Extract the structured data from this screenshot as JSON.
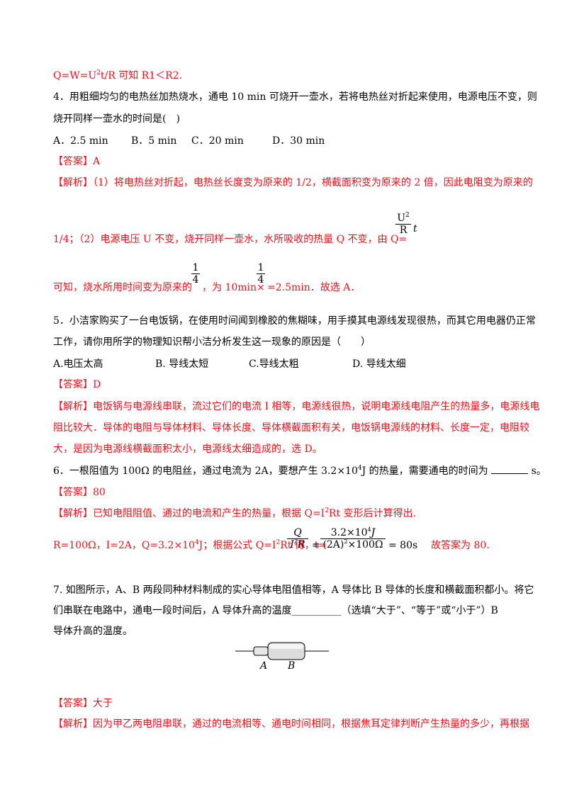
{
  "colors": {
    "answer_red": "#e8141b",
    "text_black": "#000000"
  },
  "q3_tail": {
    "text_a": "Q=W=U",
    "sup": "2",
    "text_b": "t/R 可知 R1＜R2."
  },
  "q4": {
    "stem_line1": "4．用粗细均匀的电热丝加热烧水，通电 10 min 可烧开一壶水，若将电热丝对折起来使用，电源电压不变，则",
    "stem_line2": "烧开同样一壶水的时间是(　)",
    "options": [
      "A．2.5 min",
      "B．5 min",
      "C．20 min",
      "D．30 min"
    ],
    "answer_tag": "【答案】",
    "answer": "A",
    "analysis_tag": "【解析】",
    "analysis_line1": "（1）将电热丝对折起，电热丝长度变为原来的 1/2，横截面积变为原来的 2 倍，因此电阻变为原来的",
    "analysis_line2": "1/4；（2）电源电压 U 不变，烧开同样一壶水，水所吸收的热量 Q 不变，由 Q=",
    "formula_num": "U",
    "formula_num_sup": "2",
    "formula_den": "R",
    "formula_tail": "t",
    "analysis_line3a": "可知，烧水所用时间变为原来的",
    "frac1_num": "1",
    "frac1_den": "4",
    "analysis_line3b": "，为 10min×",
    "frac2_num": "1",
    "frac2_den": "4",
    "analysis_line3c": "=2.5min．故选 A．"
  },
  "q5": {
    "stem_line1": "5．小洁家购买了一台电饭锅，在使用时间闻到橡胶的焦糊味，用手摸其电源线发现很热，而其它用电器仍正常",
    "stem_line2": "工作，请你用所学的物理知识帮小洁分析发生这一现象的原因是（　　）",
    "options": [
      "A.电压太高",
      "B. 导线太短",
      "C.导线太粗",
      "D. 导线太细"
    ],
    "answer_tag": "【答案】",
    "answer": "D",
    "analysis_tag": "【解析】",
    "analysis_line1": "电饭锅与电源线串联，流过它们的电流 I 相等，电源线很热，说明电源线电阻产生的热量多，电源线电",
    "analysis_line2": "阻比较大．导体的电阻与导体材料、导体长度、导体横截面积有关，电饭锅电源线的材料、长度一定，电阻较",
    "analysis_line3": "大，是因为电源线横截面积太小，电源线太细造成的，选 D。"
  },
  "q6": {
    "stem_a": "6．一根阻值为 100Ω 的电阻丝，通过电流为 2A，要想产生 3.2×10",
    "stem_sup": "4",
    "stem_b": "J 的热量，需要通电的时间为",
    "stem_c": "s。",
    "answer_tag": "【答案】",
    "answer": "80",
    "analysis_tag": "【解析】",
    "analysis_line1a": "已知电阻阻值、通过的电流和产生的热量，根据 Q=I",
    "analysis_line1_sup": "2",
    "analysis_line1b": "Rt 变形后计算得出.",
    "analysis_line2a": "R=100Ω，I=2A，Q=3.2×10",
    "analysis_line2_sup1": "4",
    "analysis_line2b": "J；根据公式 Q=I",
    "analysis_line2_sup2": "2",
    "analysis_line2c": "Rt 得，t=",
    "eq_f1_num": "Q",
    "eq_f1_den_a": "I",
    "eq_f1_den_sup": "2",
    "eq_f1_den_b": "R",
    "eq_f2_num_a": "3.2×10",
    "eq_f2_num_sup": "4",
    "eq_f2_num_b": "J",
    "eq_f2_den_a": "(2A)",
    "eq_f2_den_sup": "2",
    "eq_f2_den_b": "×100Ω",
    "eq_result": "= 80s",
    "analysis_line2d": "故答案为  80."
  },
  "q7": {
    "stem_line1": "7. 如图所示，A、B 两段同种材料制成的实心导体电阻值相等，A 导体比 B 导体的长度和横截面积都小。将它",
    "stem_line2": "们串联在电路中，通电一段时间后，A 导体升高的温度__________（选填“大于”、“等于”或“小于”）B",
    "stem_line3": "导体升高的温度。",
    "fig_label_a": "A",
    "fig_label_b": "B",
    "answer_tag": "【答案】",
    "answer": "大于",
    "analysis_tag": "【解析】",
    "analysis_line1": "因为甲乙两电阻串联，通过的电流相等、通电时间相同，根据焦耳定律判断产生热量的多少，再根据"
  }
}
